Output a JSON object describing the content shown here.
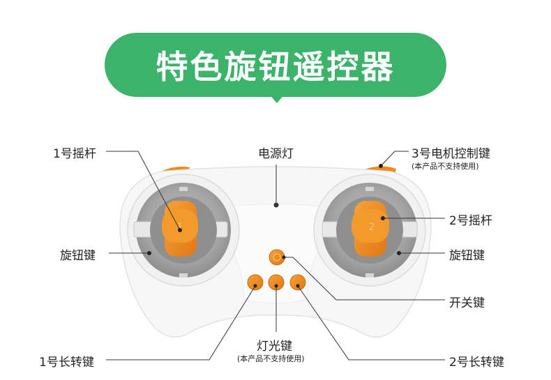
{
  "banner": {
    "title": "特色旋钮遥控器"
  },
  "labels": {
    "joystick1": "1号摇杆",
    "power_light": "电源灯",
    "motor3": "3号电机控制键",
    "motor3_note": "(本产品不支持使用)",
    "joystick2": "2号摇杆",
    "knob_left": "旋钮键",
    "knob_right": "旋钮键",
    "power_switch": "开关键",
    "light_key": "灯光键",
    "light_key_note": "(本产品不支持使用)",
    "turn1": "1号长转键",
    "turn2": "2号长转键"
  },
  "joystick_marks": {
    "left": "1",
    "right": "2"
  },
  "colors": {
    "banner_green": "#3cb36a",
    "accent_orange": "#f08a1c",
    "body_white": "#f7f7f7",
    "ring_grey": "#9a9a9a"
  }
}
